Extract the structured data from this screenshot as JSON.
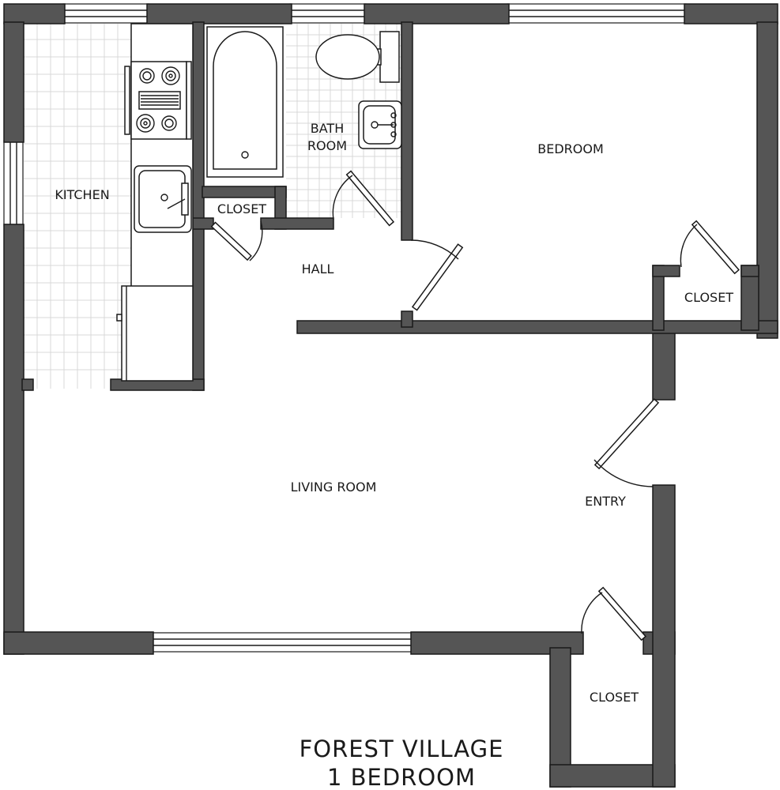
{
  "floor_plan": {
    "title_line1": "FOREST VILLAGE",
    "title_line2": "1 BEDROOM",
    "rooms": {
      "kitchen": "KITCHEN",
      "bath_line1": "BATH",
      "bath_line2": "ROOM",
      "bedroom": "BEDROOM",
      "hall": "HALL",
      "living_room": "LIVING ROOM",
      "entry": "ENTRY",
      "closet_hall": "CLOSET",
      "closet_bedroom": "CLOSET",
      "closet_entry": "CLOSET"
    },
    "colors": {
      "wall": "#555555",
      "outline": "#1a1a1a",
      "tile_grid": "#d9d9d9"
    }
  }
}
